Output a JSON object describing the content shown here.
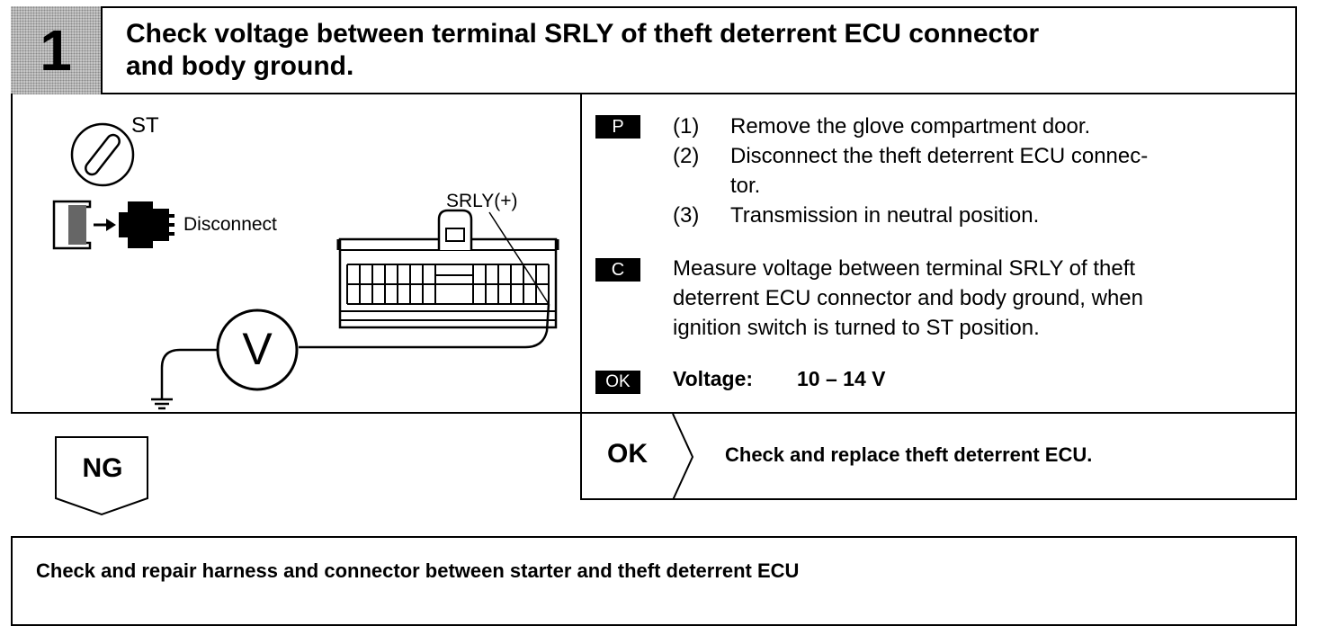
{
  "step": {
    "number": "1",
    "title_line1": "Check voltage between terminal SRLY of theft deterrent ECU connector",
    "title_line2": "and body ground."
  },
  "diagram": {
    "switch_label": "ST",
    "disconnect_label": "Disconnect",
    "terminal_label": "SRLY(+)",
    "meter_label": "V",
    "icons": [
      "ignition-key-icon",
      "connector-disconnect-icon",
      "ecu-connector-icon",
      "voltmeter-icon",
      "ground-icon"
    ]
  },
  "prep": {
    "badge": "P",
    "items": [
      {
        "num": "(1)",
        "text": "Remove the glove compartment door."
      },
      {
        "num": "(2)",
        "text_line1": "Disconnect the theft deterrent ECU connec-",
        "text_line2": "tor."
      },
      {
        "num": "(3)",
        "text": "Transmission in neutral position."
      }
    ]
  },
  "check": {
    "badge": "C",
    "line1": "Measure voltage between terminal SRLY of theft",
    "line2": "deterrent ECU connector and body ground, when",
    "line3": "ignition switch is turned to ST position."
  },
  "spec": {
    "badge": "OK",
    "label": "Voltage:",
    "value": "10 – 14 V"
  },
  "result_ok": {
    "label": "OK",
    "text": "Check and replace theft deterrent ECU."
  },
  "result_ng": {
    "label": "NG",
    "text": "Check and repair harness and connector between starter and theft deterrent ECU"
  }
}
